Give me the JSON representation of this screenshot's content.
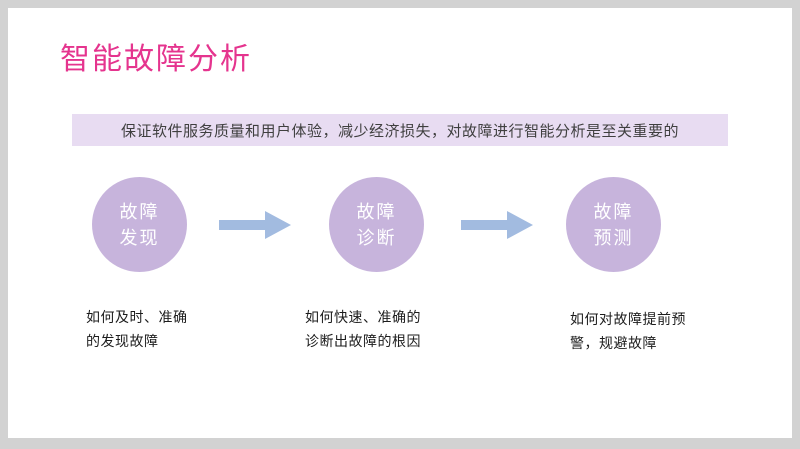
{
  "slide": {
    "title": "智能故障分析",
    "banner": "保证软件服务质量和用户体验，减少经济损失，对故障进行智能分析是至关重要的",
    "colors": {
      "title_pink": "#e5348e",
      "banner_bg": "#e8dcf2",
      "circle_bg": "#c7b4dc",
      "arrow_blue": "#a2bbe0",
      "body_text": "#1c1c1c",
      "frame_gray": "#d2d2d2",
      "slide_bg": "#ffffff"
    },
    "steps": [
      {
        "circle": [
          "故障",
          "发现"
        ],
        "caption": [
          "如何及时、准确",
          "的发现故障"
        ]
      },
      {
        "circle": [
          "故障",
          "诊断"
        ],
        "caption": [
          "如何快速、准确的",
          "诊断出故障的根因"
        ]
      },
      {
        "circle": [
          "故障",
          "预测"
        ],
        "caption": [
          "如何对故障提前预",
          "警，规避故障"
        ]
      }
    ]
  }
}
